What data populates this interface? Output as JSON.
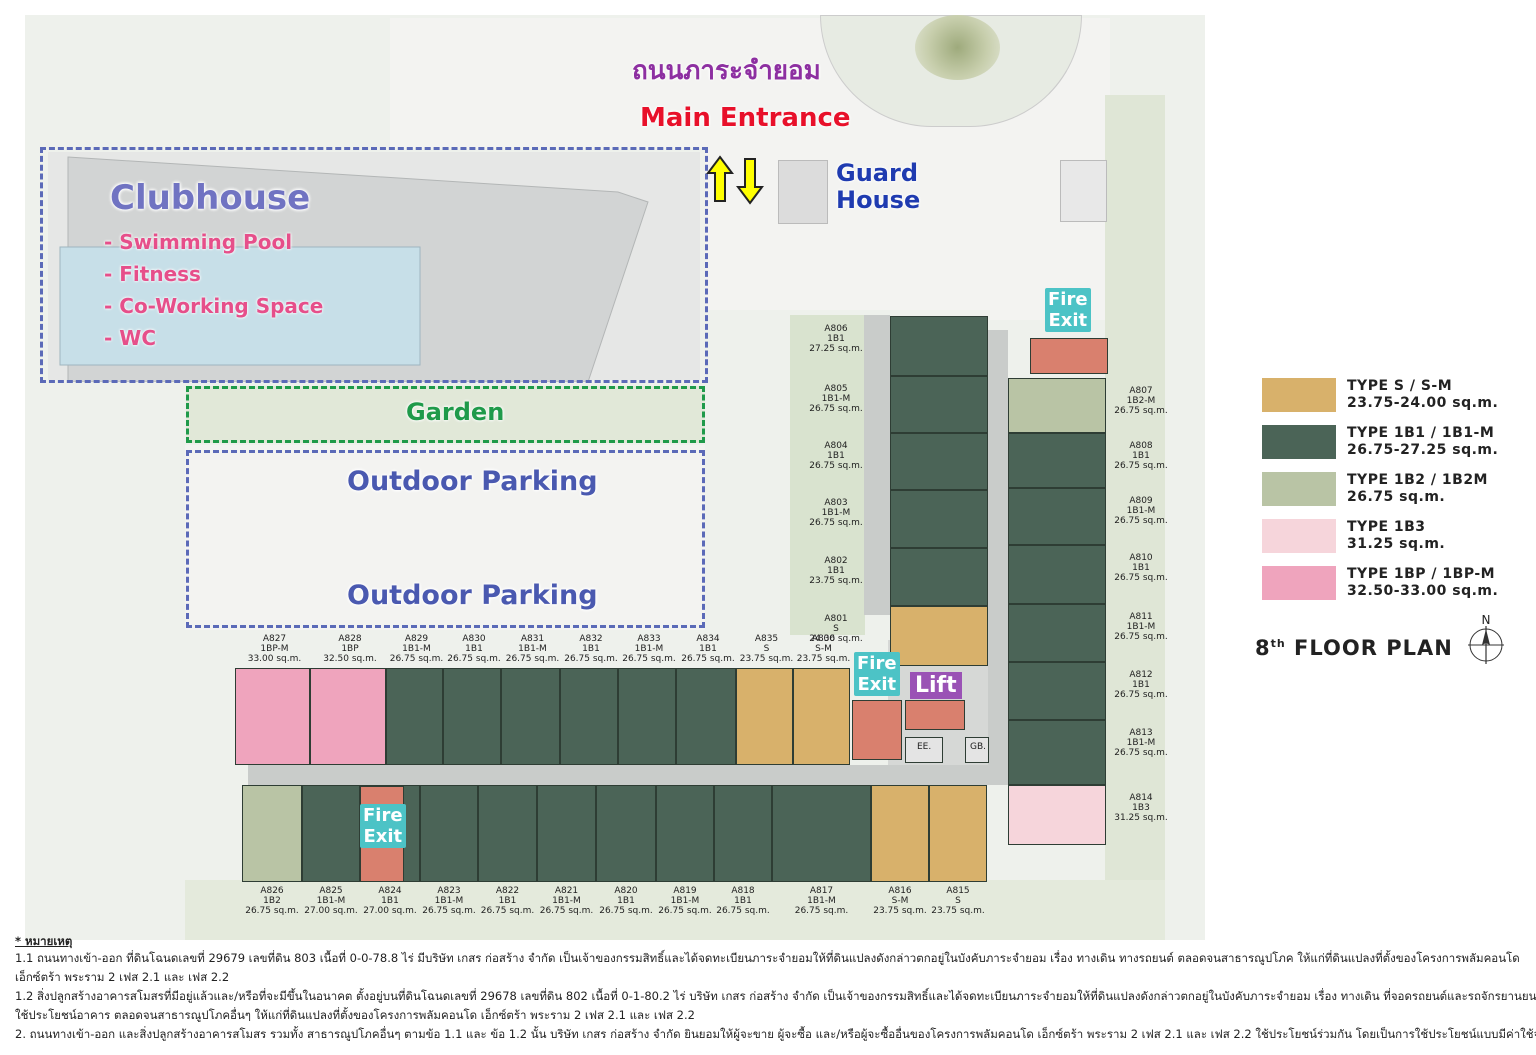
{
  "labels": {
    "road": "ถนนภาระจำยอม",
    "main_entrance": "Main Entrance",
    "guard_house": [
      "Guard",
      "House"
    ],
    "clubhouse": "Clubhouse",
    "clubhouse_items": [
      "- Swimming Pool",
      "- Fitness",
      "- Co-Working Space",
      "- WC"
    ],
    "garden": "Garden",
    "outdoor_parking": "Outdoor Parking",
    "fire_exit": [
      "Fire",
      "Exit"
    ],
    "lift": "Lift",
    "ee": "EE.",
    "gb": "GB."
  },
  "legend": [
    {
      "type": "TYPE S / S-M",
      "size": "23.75-24.00 sq.m.",
      "color": "#d8b16b"
    },
    {
      "type": "TYPE 1B1 / 1B1-M",
      "size": "26.75-27.25 sq.m.",
      "color": "#4b6457"
    },
    {
      "type": "TYPE 1B2 / 1B2M",
      "size": "26.75 sq.m.",
      "color": "#b9c4a5"
    },
    {
      "type": "TYPE 1B3",
      "size": "31.25 sq.m.",
      "color": "#f6d5db"
    },
    {
      "type": "TYPE 1BP / 1BP-M",
      "size": "32.50-33.00 sq.m.",
      "color": "#efa4bd"
    }
  ],
  "floor_plan": {
    "floor": "8",
    "suffix": "th",
    "text": "FLOOR PLAN",
    "compass": "N"
  },
  "units_right_col": [
    {
      "code": "A806",
      "type": "1B1",
      "area": "27.25 sq.m."
    },
    {
      "code": "A805",
      "type": "1B1-M",
      "area": "26.75 sq.m."
    },
    {
      "code": "A804",
      "type": "1B1",
      "area": "26.75 sq.m."
    },
    {
      "code": "A803",
      "type": "1B1-M",
      "area": "26.75 sq.m."
    },
    {
      "code": "A802",
      "type": "1B1",
      "area": "23.75 sq.m."
    },
    {
      "code": "A801",
      "type": "S",
      "area": "24.00 sq.m."
    }
  ],
  "units_far_right": [
    {
      "code": "A807",
      "type": "1B2-M",
      "area": "26.75 sq.m."
    },
    {
      "code": "A808",
      "type": "1B1",
      "area": "26.75 sq.m."
    },
    {
      "code": "A809",
      "type": "1B1-M",
      "area": "26.75 sq.m."
    },
    {
      "code": "A810",
      "type": "1B1",
      "area": "26.75 sq.m."
    },
    {
      "code": "A811",
      "type": "1B1-M",
      "area": "26.75 sq.m."
    },
    {
      "code": "A812",
      "type": "1B1",
      "area": "26.75 sq.m."
    },
    {
      "code": "A813",
      "type": "1B1-M",
      "area": "26.75 sq.m."
    },
    {
      "code": "A814",
      "type": "1B3",
      "area": "31.25 sq.m."
    }
  ],
  "units_top_row": [
    {
      "code": "A827",
      "type": "1BP-M",
      "area": "33.00 sq.m."
    },
    {
      "code": "A828",
      "type": "1BP",
      "area": "32.50 sq.m."
    },
    {
      "code": "A829",
      "type": "1B1-M",
      "area": "26.75 sq.m."
    },
    {
      "code": "A830",
      "type": "1B1",
      "area": "26.75 sq.m."
    },
    {
      "code": "A831",
      "type": "1B1-M",
      "area": "26.75 sq.m."
    },
    {
      "code": "A832",
      "type": "1B1",
      "area": "26.75 sq.m."
    },
    {
      "code": "A833",
      "type": "1B1-M",
      "area": "26.75 sq.m."
    },
    {
      "code": "A834",
      "type": "1B1",
      "area": "26.75 sq.m."
    },
    {
      "code": "A835",
      "type": "S",
      "area": "23.75 sq.m."
    },
    {
      "code": "A836",
      "type": "S-M",
      "area": "23.75 sq.m."
    }
  ],
  "units_bottom_row": [
    {
      "code": "A826",
      "type": "1B2",
      "area": "26.75 sq.m."
    },
    {
      "code": "A825",
      "type": "1B1-M",
      "area": "27.00 sq.m."
    },
    {
      "code": "A824",
      "type": "1B1",
      "area": "27.00 sq.m."
    },
    {
      "code": "A823",
      "type": "1B1-M",
      "area": "26.75 sq.m."
    },
    {
      "code": "A822",
      "type": "1B1",
      "area": "26.75 sq.m."
    },
    {
      "code": "A821",
      "type": "1B1-M",
      "area": "26.75 sq.m."
    },
    {
      "code": "A820",
      "type": "1B1",
      "area": "26.75 sq.m."
    },
    {
      "code": "A819",
      "type": "1B1-M",
      "area": "26.75 sq.m."
    },
    {
      "code": "A818",
      "type": "1B1",
      "area": "26.75 sq.m."
    },
    {
      "code": "A817",
      "type": "1B1-M",
      "area": "26.75 sq.m."
    },
    {
      "code": "A816",
      "type": "S-M",
      "area": "23.75 sq.m."
    },
    {
      "code": "A815",
      "type": "S",
      "area": "23.75 sq.m."
    }
  ],
  "notes": {
    "heading": "* หมายเหตุ",
    "lines": [
      "1.1 ถนนทางเข้า-ออก ที่ดินโฉนดเลขที่ 29679 เลขที่ดิน 803 เนื้อที่ 0-0-78.8 ไร่ มีบริษัท เกสร ก่อสร้าง จำกัด เป็นเจ้าของกรรมสิทธิ์และได้จดทะเบียนภาระจำยอมให้ที่ดินแปลงดังกล่าวตกอยู่ในบังคับภาระจำยอม เรื่อง ทางเดิน ทางรถยนต์ ตลอดจนสาธารณูปโภค ให้แก่ที่ดินแปลงที่ตั้งของโครงการพลัมคอนโด",
      "เอ็กซ์ตร้า พระราม 2 เฟส 2.1 และ เฟส 2.2",
      "1.2 สิ่งปลูกสร้างอาคารสโมสรที่มีอยู่แล้วและ/หรือที่จะมีขึ้นในอนาคต ตั้งอยู่บนที่ดินโฉนดเลขที่ 29678 เลขที่ดิน 802 เนื้อที่ 0-1-80.2 ไร่ บริษัท เกสร ก่อสร้าง จำกัด เป็นเจ้าของกรรมสิทธิ์และได้จดทะเบียนภาระจำยอมให้ที่ดินแปลงดังกล่าวตกอยู่ในบังคับภาระจำยอม เรื่อง ทางเดิน ที่จอดรถยนต์และรถจักรยานยนต์ การ",
      "ใช้ประโยชน์อาคาร ตลอดจนสาธารณูปโภคอื่นๆ ให้แก่ที่ดินแปลงที่ตั้งของโครงการพลัมคอนโด เอ็กซ์ตร้า พระราม 2 เฟส 2.1 และ เฟส 2.2",
      "2. ถนนทางเข้า-ออก และสิ่งปลูกสร้างอาคารสโมสร รวมทั้ง สาธารณูปโภคอื่นๆ ตามข้อ 1.1 และ ข้อ 1.2 นั้น บริษัท เกสร ก่อสร้าง จำกัด ยินยอมให้ผู้จะขาย ผู้จะซื้อ และ/หรือผู้จะซื้ออื่นของโครงการพลัมคอนโด เอ็กซ์ตร้า พระราม 2 เฟส 2.1 และ เฟส 2.2 ใช้ประโยชน์ร่วมกัน โดยเป็นการใช้ประโยชน์แบบมีค่าใช้จ่าย"
    ]
  },
  "colors": {
    "s": "#d8b16b",
    "b1": "#4b6457",
    "b2": "#b9c4a5",
    "b3": "#f6d5db",
    "bp": "#efa4bd",
    "fire": "#d9806e",
    "corridor": "#c9ccca"
  }
}
